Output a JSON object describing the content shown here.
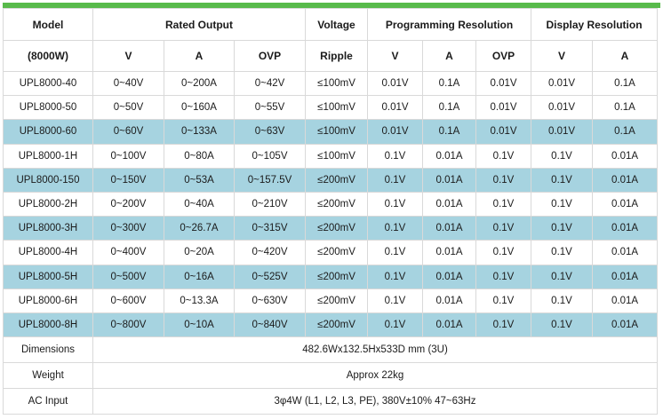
{
  "accent": {
    "color": "#58ba4b"
  },
  "highlight": {
    "row_color": "#a6d3e0"
  },
  "table": {
    "header": {
      "model": "Model",
      "model_sub": "(8000W)",
      "rated_output": "Rated Output",
      "rated_v": "V",
      "rated_a": "A",
      "rated_ovp": "OVP",
      "voltage": "Voltage",
      "ripple": "Ripple",
      "programming_resolution": "Programming Resolution",
      "prog_v": "V",
      "prog_a": "A",
      "prog_ovp": "OVP",
      "display_resolution": "Display Resolution",
      "disp_v": "V",
      "disp_a": "A"
    },
    "rows": [
      {
        "model": "UPL8000-40",
        "rated_v": "0~40V",
        "rated_a": "0~200A",
        "rated_ovp": "0~42V",
        "ripple": "≤100mV",
        "prog_v": "0.01V",
        "prog_a": "0.1A",
        "prog_ovp": "0.01V",
        "disp_v": "0.01V",
        "disp_a": "0.1A",
        "highlighted": false
      },
      {
        "model": "UPL8000-50",
        "rated_v": "0~50V",
        "rated_a": "0~160A",
        "rated_ovp": "0~55V",
        "ripple": "≤100mV",
        "prog_v": "0.01V",
        "prog_a": "0.1A",
        "prog_ovp": "0.01V",
        "disp_v": "0.01V",
        "disp_a": "0.1A",
        "highlighted": false
      },
      {
        "model": "UPL8000-60",
        "rated_v": "0~60V",
        "rated_a": "0~133A",
        "rated_ovp": "0~63V",
        "ripple": "≤100mV",
        "prog_v": "0.01V",
        "prog_a": "0.1A",
        "prog_ovp": "0.01V",
        "disp_v": "0.01V",
        "disp_a": "0.1A",
        "highlighted": true
      },
      {
        "model": "UPL8000-1H",
        "rated_v": "0~100V",
        "rated_a": "0~80A",
        "rated_ovp": "0~105V",
        "ripple": "≤100mV",
        "prog_v": "0.1V",
        "prog_a": "0.01A",
        "prog_ovp": "0.1V",
        "disp_v": "0.1V",
        "disp_a": "0.01A",
        "highlighted": false
      },
      {
        "model": "UPL8000-150",
        "rated_v": "0~150V",
        "rated_a": "0~53A",
        "rated_ovp": "0~157.5V",
        "ripple": "≤200mV",
        "prog_v": "0.1V",
        "prog_a": "0.01A",
        "prog_ovp": "0.1V",
        "disp_v": "0.1V",
        "disp_a": "0.01A",
        "highlighted": true
      },
      {
        "model": "UPL8000-2H",
        "rated_v": "0~200V",
        "rated_a": "0~40A",
        "rated_ovp": "0~210V",
        "ripple": "≤200mV",
        "prog_v": "0.1V",
        "prog_a": "0.01A",
        "prog_ovp": "0.1V",
        "disp_v": "0.1V",
        "disp_a": "0.01A",
        "highlighted": false
      },
      {
        "model": "UPL8000-3H",
        "rated_v": "0~300V",
        "rated_a": "0~26.7A",
        "rated_ovp": "0~315V",
        "ripple": "≤200mV",
        "prog_v": "0.1V",
        "prog_a": "0.01A",
        "prog_ovp": "0.1V",
        "disp_v": "0.1V",
        "disp_a": "0.01A",
        "highlighted": true
      },
      {
        "model": "UPL8000-4H",
        "rated_v": "0~400V",
        "rated_a": "0~20A",
        "rated_ovp": "0~420V",
        "ripple": "≤200mV",
        "prog_v": "0.1V",
        "prog_a": "0.01A",
        "prog_ovp": "0.1V",
        "disp_v": "0.1V",
        "disp_a": "0.01A",
        "highlighted": false
      },
      {
        "model": "UPL8000-5H",
        "rated_v": "0~500V",
        "rated_a": "0~16A",
        "rated_ovp": "0~525V",
        "ripple": "≤200mV",
        "prog_v": "0.1V",
        "prog_a": "0.01A",
        "prog_ovp": "0.1V",
        "disp_v": "0.1V",
        "disp_a": "0.01A",
        "highlighted": true
      },
      {
        "model": "UPL8000-6H",
        "rated_v": "0~600V",
        "rated_a": "0~13.3A",
        "rated_ovp": "0~630V",
        "ripple": "≤200mV",
        "prog_v": "0.1V",
        "prog_a": "0.01A",
        "prog_ovp": "0.1V",
        "disp_v": "0.1V",
        "disp_a": "0.01A",
        "highlighted": false
      },
      {
        "model": "UPL8000-8H",
        "rated_v": "0~800V",
        "rated_a": "0~10A",
        "rated_ovp": "0~840V",
        "ripple": "≤200mV",
        "prog_v": "0.1V",
        "prog_a": "0.01A",
        "prog_ovp": "0.1V",
        "disp_v": "0.1V",
        "disp_a": "0.01A",
        "highlighted": true
      }
    ],
    "footer": [
      {
        "label": "Dimensions",
        "value": "482.6Wx132.5Hx533D mm (3U)"
      },
      {
        "label": "Weight",
        "value": "Approx 22kg"
      },
      {
        "label": "AC Input",
        "value": "3φ4W (L1, L2, L3, PE), 380V±10% 47~63Hz"
      }
    ]
  }
}
